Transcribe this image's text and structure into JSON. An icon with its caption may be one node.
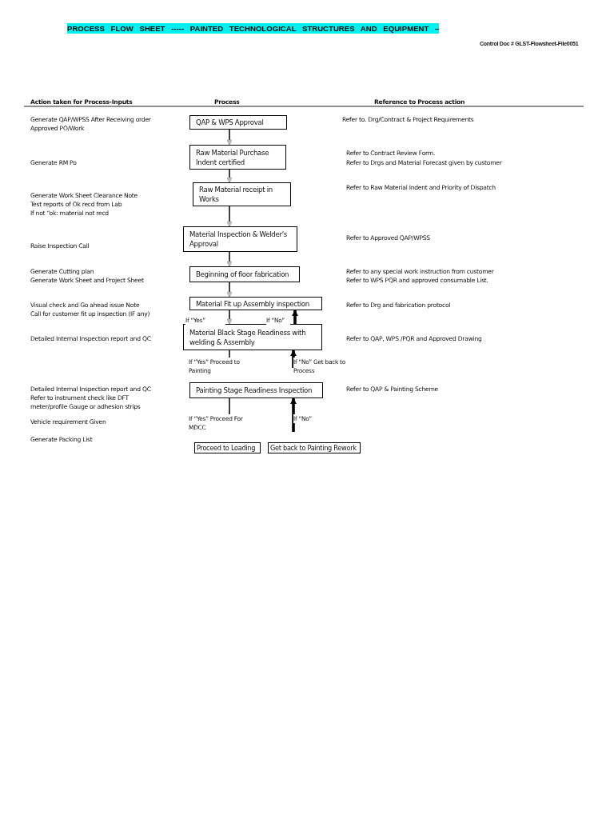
{
  "diagram": {
    "title": "PROCESS FLOW SHEET ----- PAINTED TECHNOLOGICAL STRUCTURES AND EQUIPMENT –",
    "nodes": [
      {
        "text": [
          "QAP & WPS Approval"
        ]
      },
      {
        "text": [
          "Raw Material Purchase Indent certified"
        ]
      },
      {
        "text": [
          "Raw Material receipt in Works"
        ]
      },
      {
        "text": [
          "Material Inspection & Welder's Approval"
        ]
      },
      {
        "text": [
          "Beginning of floor fabrication"
        ]
      },
      {
        "text": [
          "Material Fit up Assembly inspection"
        ]
      },
      {
        "text": [
          "Material Black Stage Readiness with welding & Assembly"
        ]
      },
      {
        "text": [
          "Painting Stage Readiness Inspection"
        ]
      },
      {
        "text": [
          "Proceed to Loading"
        ]
      },
      {
        "text": [
          "Get back to Painting Rework"
        ]
      }
    ],
    "edges": [
      {
        "from": 0,
        "to": 1,
        "arrow": "to"
      },
      {
        "from": 1,
        "to": 2,
        "arrow": "to"
      },
      {
        "from": 2,
        "to": 3,
        "arrow": "to"
      },
      {
        "from": 3,
        "to": 4,
        "arrow": "to"
      },
      {
        "from": 4,
        "to": 5,
        "arrow": "to"
      },
      {
        "from": 5,
        "to": 6,
        "arrow": "to",
        "label": "If “Yes”"
      },
      {
        "from": 6,
        "to": 5,
        "arrow": "to",
        "label": "If “No”",
        "style": "thick"
      },
      {
        "from": 6,
        "to": null,
        "arrow": "to",
        "label": "If “Yes” Proceed to Painting"
      },
      {
        "from": null,
        "to": 6,
        "arrow": "to",
        "label": "If “No” Get back to Process",
        "style": "thick"
      },
      {
        "from": 7,
        "to": null,
        "arrow": "to",
        "label": "If “Yes” Proceed For MDCC"
      },
      {
        "from": null,
        "to": 7,
        "arrow": "to",
        "label": "If “No”",
        "style": "thick"
      }
    ],
    "labels": [
      "Control Doc # GLST-Flowsheet-File0051",
      "Action taken for Process-Inputs",
      "Process",
      "Reference to Process action",
      "Generate QAP/WPSS After Receiving order Approved PO/Work",
      "Refer to. Drg/Contract & Project Requirements",
      "Generate RM Po",
      "Refer to Contract Review Form.",
      "Refer to Drgs and Material Forecast given by customer",
      "Generate Work Sheet Clearance Note",
      "Test reports of Ok recd from Lab",
      "If not “ok: material not recd",
      "Refer to Raw Material Indent and Priority of Dispatch",
      "Raise Inspection Call",
      "Refer to Approved QAP/WPSS",
      "Generate Cutting plan",
      "Generate Work Sheet and Project Sheet",
      "Refer to any special work instruction from customer",
      "Refer to WPS PQR and approved consumable List.",
      "Visual check and Go ahead issue Note",
      "Call for customer fit up inspection (IF any)",
      "Refer to Drg and fabrication protocol",
      "Detailed Internal Inspection report and QC",
      "Refer to QAP, WPS /PQR and Approved Drawing",
      "Detailed Internal Inspection report and QC",
      "Refer to instrument check like DFT meter/profile Gauge or adhesion strips",
      "Refer to QAP & Painting Scheme",
      "Vehicle requirement Given",
      "Generate Packing List"
    ]
  }
}
